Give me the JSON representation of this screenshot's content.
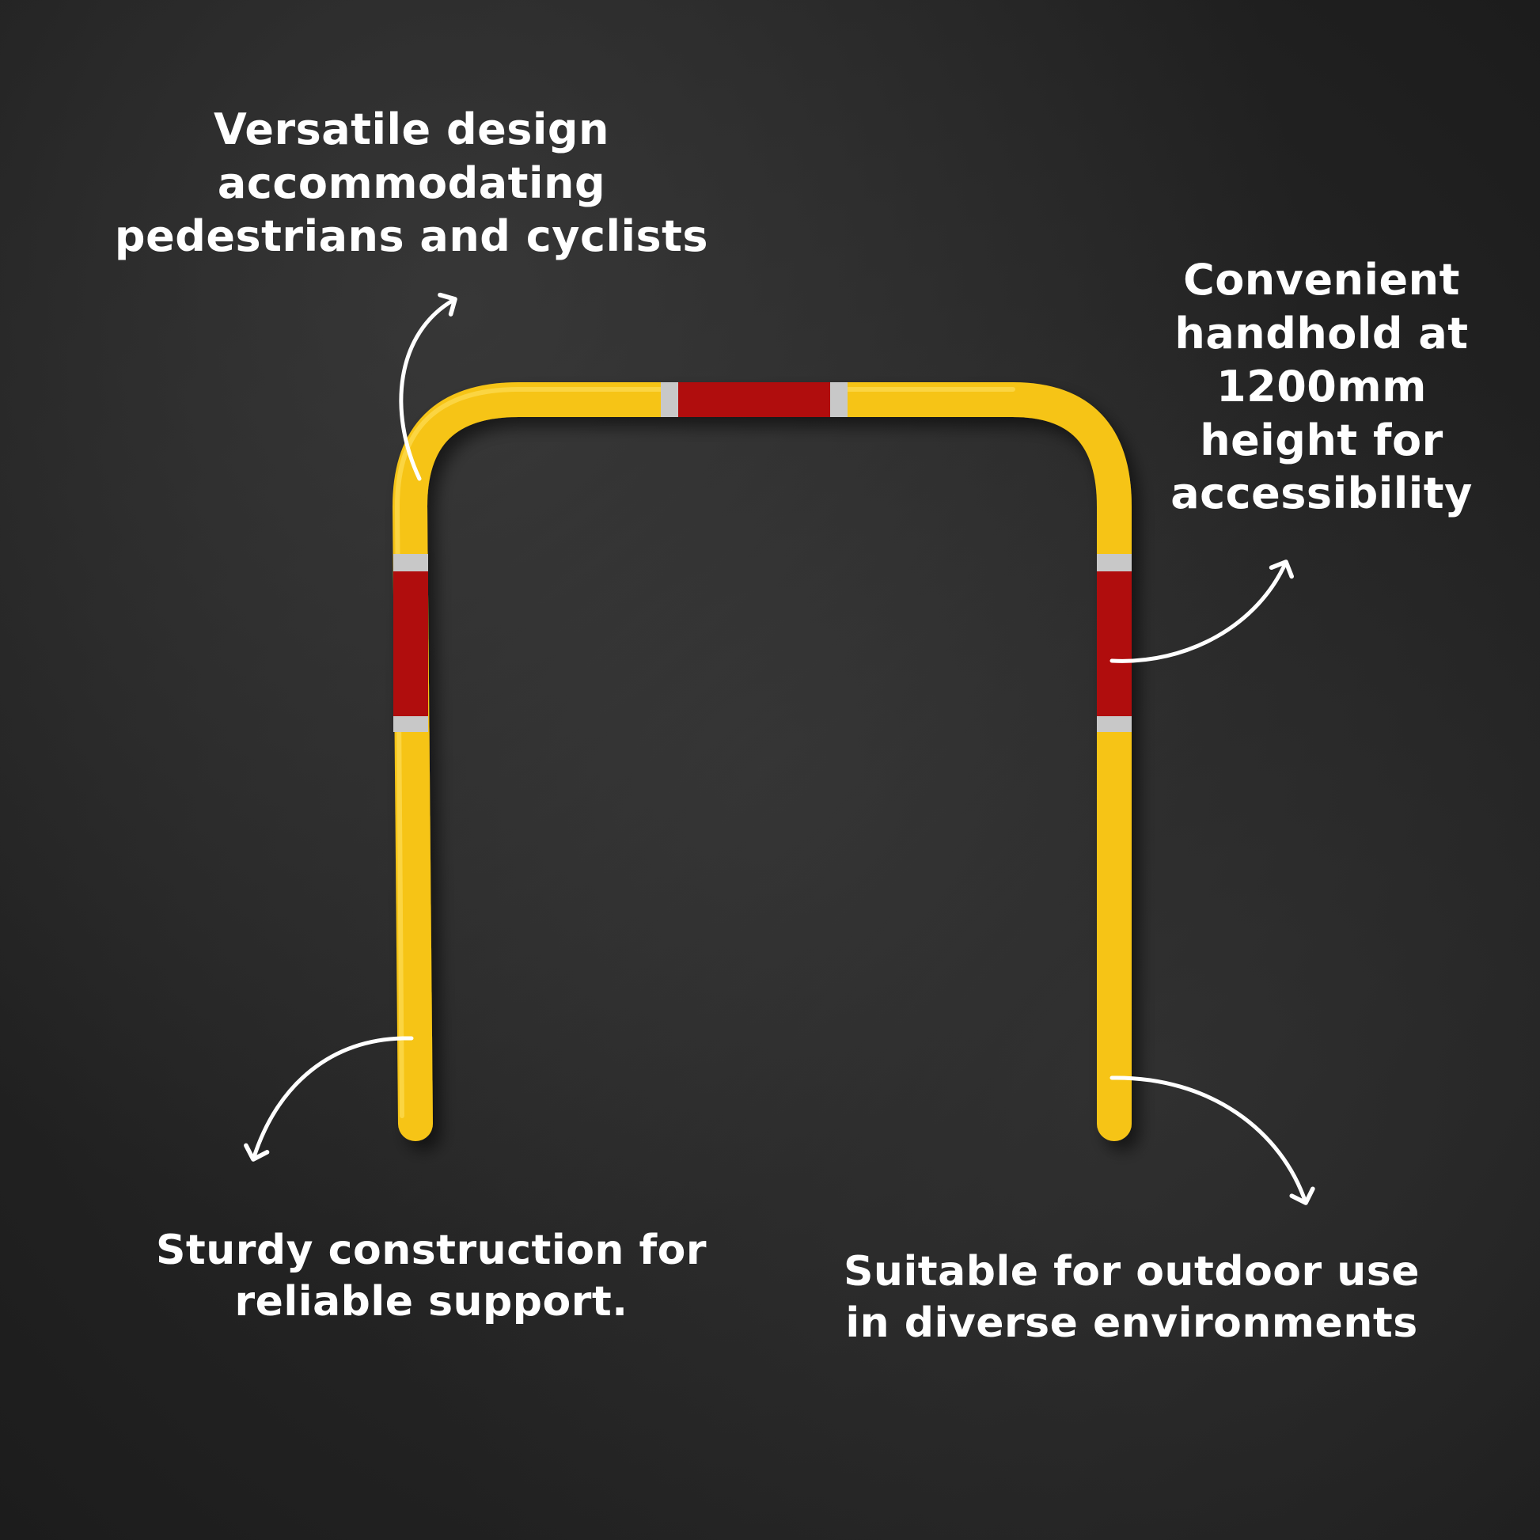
{
  "captions": {
    "top_left": "Versatile design\naccommodating\npedestrians and cyclists",
    "right": "Convenient\nhandhold at\n1200mm\nheight for\naccessibility",
    "bottom_left": "Sturdy construction for\nreliable support.",
    "bottom_right": "Suitable for outdoor use\nin diverse environments"
  },
  "colors": {
    "background": "#262626",
    "barrier_yellow": "#f6c414",
    "reflective_red": "#b01010",
    "reflective_white": "#c8c8c8",
    "text": "#ffffff"
  }
}
